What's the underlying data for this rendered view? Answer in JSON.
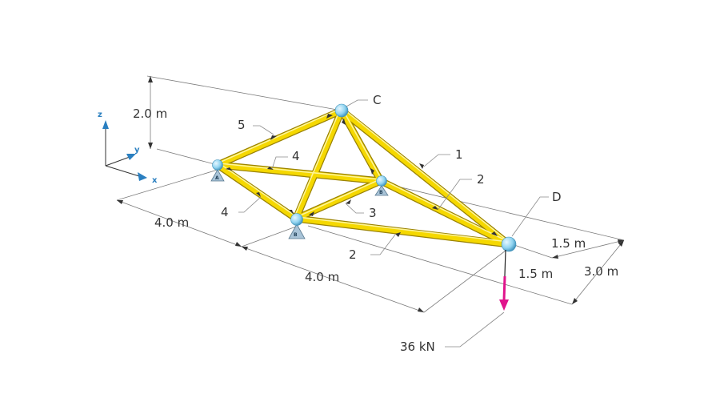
{
  "axes": {
    "z": "z",
    "y": "y",
    "x": "x"
  },
  "nodes": {
    "c_label": "C",
    "d_label": "D",
    "a_label": "A",
    "b_label": "B",
    "b2_label": "B"
  },
  "members": {
    "m1": "1",
    "m2_right": "2",
    "m2_bottom": "2",
    "m3": "3",
    "m4_top": "4",
    "m4_left": "4",
    "m5": "5"
  },
  "dimensions": {
    "height": "2.0 m",
    "x_first": "4.0 m",
    "x_second": "4.0 m",
    "y_half_upper": "1.5 m",
    "y_half_lower": "1.5 m",
    "y_total": "3.0 m"
  },
  "load": {
    "label": "36 kN",
    "color": "#e0148c"
  },
  "colors": {
    "member": "#f2d400",
    "member_edge": "#a08700",
    "node": "#8fd3f0",
    "axis": "#2a7fc0"
  }
}
